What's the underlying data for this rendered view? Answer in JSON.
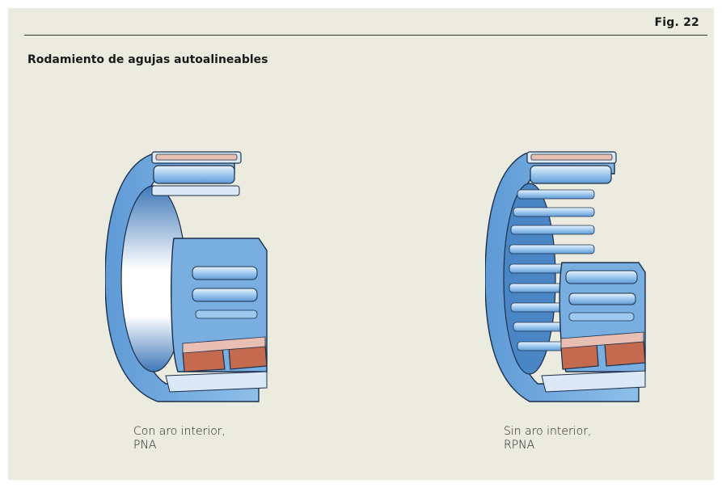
{
  "figure": {
    "number_label": "Fig. 22",
    "title": "Rodamiento de agujas autoalineables"
  },
  "illustrations": [
    {
      "caption_line1": "Con aro interior,",
      "caption_line2": "PNA"
    },
    {
      "caption_line1": "Sin aro interior,",
      "caption_line2": "RPNA"
    }
  ],
  "colors": {
    "background": "#ecebe0",
    "bearing_blue": "#78aee0",
    "bearing_dark_blue": "#3f78b8",
    "bearing_light": "#dbe9f7",
    "rubber_copper": "#c46a4e",
    "rubber_pink": "#e8bfb2",
    "outline": "#1b2f4a"
  }
}
